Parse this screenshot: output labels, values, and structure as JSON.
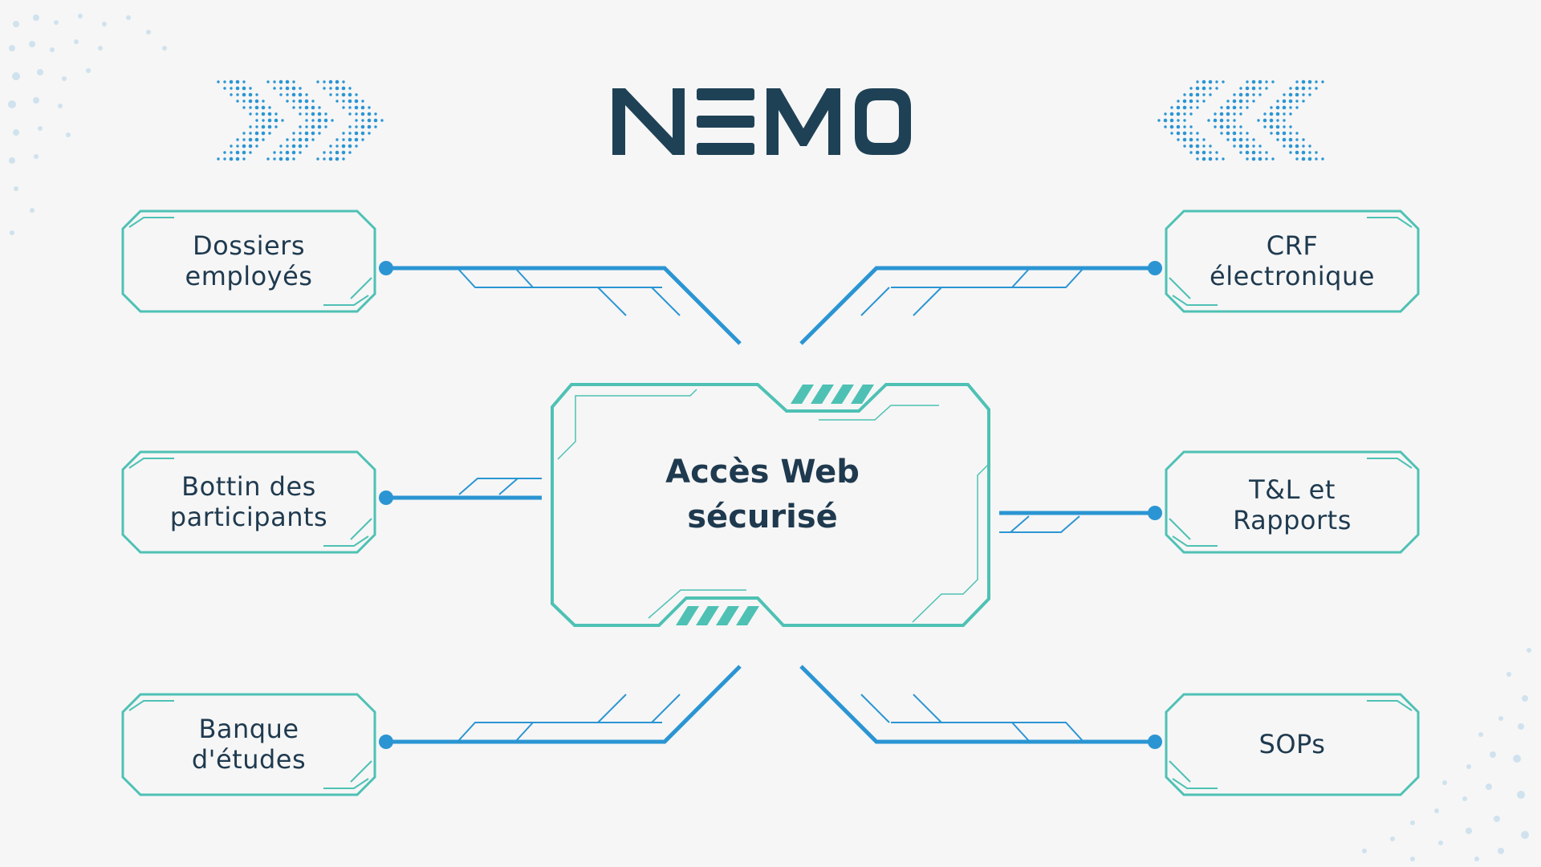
{
  "brand": {
    "logo_text": "NEMO",
    "logo_color": "#1f4155"
  },
  "hub": {
    "line1": "Accès Web",
    "line2": "sécurisé"
  },
  "nodes": {
    "left_top": {
      "line1": "Dossiers",
      "line2": "employés"
    },
    "left_mid": {
      "line1": "Bottin des",
      "line2": "participants"
    },
    "left_bottom": {
      "line1": "Banque",
      "line2": "d'études"
    },
    "right_top": {
      "line1": "CRF",
      "line2": "électronique"
    },
    "right_mid": {
      "line1": "T&L et",
      "line2": "Rapports"
    },
    "right_bottom": {
      "line1": "SOPs",
      "line2": ""
    }
  },
  "colors": {
    "frame_teal": "#4ec1b4",
    "connector_blue": "#2b95d3",
    "text_navy": "#1f3a4f",
    "background": "#f6f6f6"
  }
}
